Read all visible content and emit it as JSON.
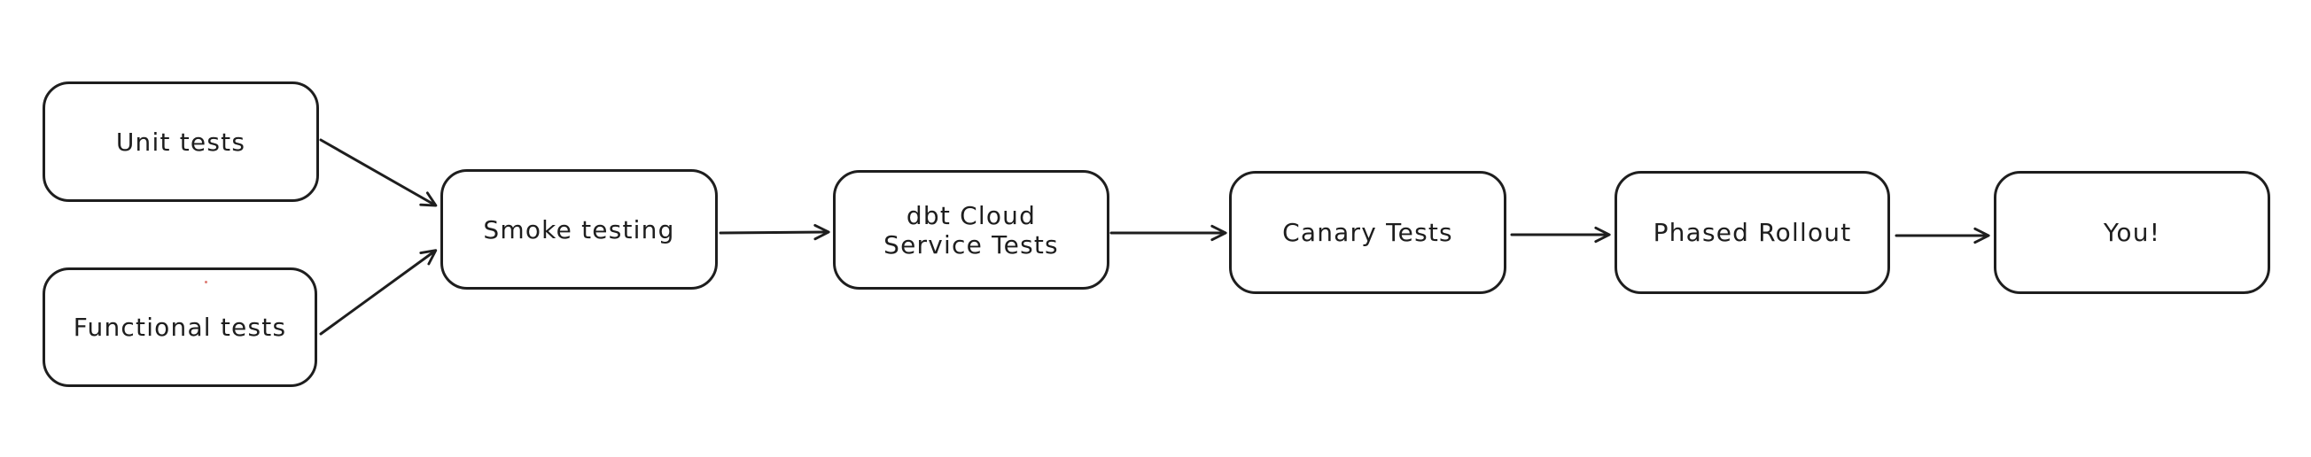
{
  "diagram": {
    "type": "flowchart",
    "background_color": "#ffffff",
    "stroke_color": "#1e1e1e",
    "nodes": [
      {
        "id": "unit-tests",
        "label": "Unit tests"
      },
      {
        "id": "functional-tests",
        "label": "Functional tests"
      },
      {
        "id": "smoke-testing",
        "label": "Smoke testing"
      },
      {
        "id": "dbt-cloud-service-tests",
        "label": "dbt Cloud Service Tests",
        "label_lines": [
          "dbt Cloud",
          "Service Tests"
        ]
      },
      {
        "id": "canary-tests",
        "label": "Canary Tests"
      },
      {
        "id": "phased-rollout",
        "label": "Phased Rollout"
      },
      {
        "id": "you",
        "label": "You!"
      }
    ],
    "edges": [
      {
        "from": "unit-tests",
        "to": "smoke-testing"
      },
      {
        "from": "functional-tests",
        "to": "smoke-testing"
      },
      {
        "from": "smoke-testing",
        "to": "dbt-cloud-service-tests"
      },
      {
        "from": "dbt-cloud-service-tests",
        "to": "canary-tests"
      },
      {
        "from": "canary-tests",
        "to": "phased-rollout"
      },
      {
        "from": "phased-rollout",
        "to": "you"
      }
    ]
  }
}
